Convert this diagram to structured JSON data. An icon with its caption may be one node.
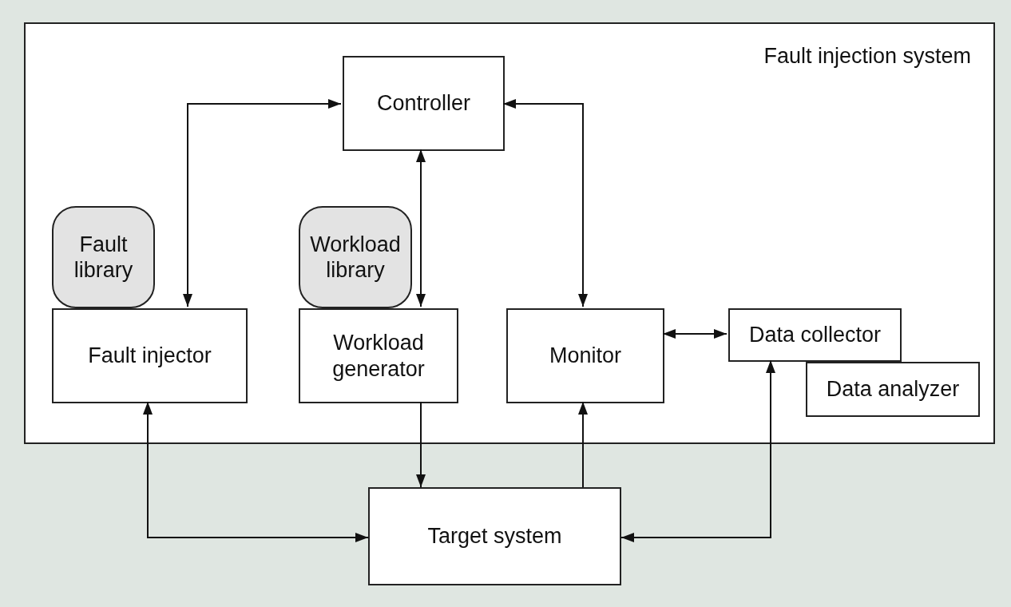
{
  "diagram": {
    "nodes": [
      {
        "text": [
          "Fault injection system"
        ]
      },
      {
        "text": [
          "Controller"
        ],
        "in": 0
      },
      {
        "text": [
          "Fault library"
        ],
        "in": 0
      },
      {
        "text": [
          "Workload library"
        ],
        "in": 0
      },
      {
        "text": [
          "Fault injector"
        ],
        "in": 0
      },
      {
        "text": [
          "Workload generator"
        ],
        "in": 0
      },
      {
        "text": [
          "Monitor"
        ],
        "in": 0
      },
      {
        "text": [
          "Data collector"
        ],
        "in": 0
      },
      {
        "text": [
          "Data analyzer"
        ],
        "in": 0
      },
      {
        "text": [
          "Target system"
        ]
      }
    ],
    "edges": [
      {
        "from": 1,
        "to": 4,
        "arrow": "both"
      },
      {
        "from": 1,
        "to": 5,
        "arrow": "both"
      },
      {
        "from": 1,
        "to": 6,
        "arrow": "both"
      },
      {
        "from": 6,
        "to": 7,
        "arrow": "both"
      },
      {
        "from": 4,
        "to": 9,
        "arrow": "both"
      },
      {
        "from": 5,
        "to": 9,
        "arrow": "to"
      },
      {
        "from": 9,
        "to": 6,
        "arrow": "to"
      },
      {
        "from": 7,
        "to": 9,
        "arrow": "both"
      }
    ]
  }
}
